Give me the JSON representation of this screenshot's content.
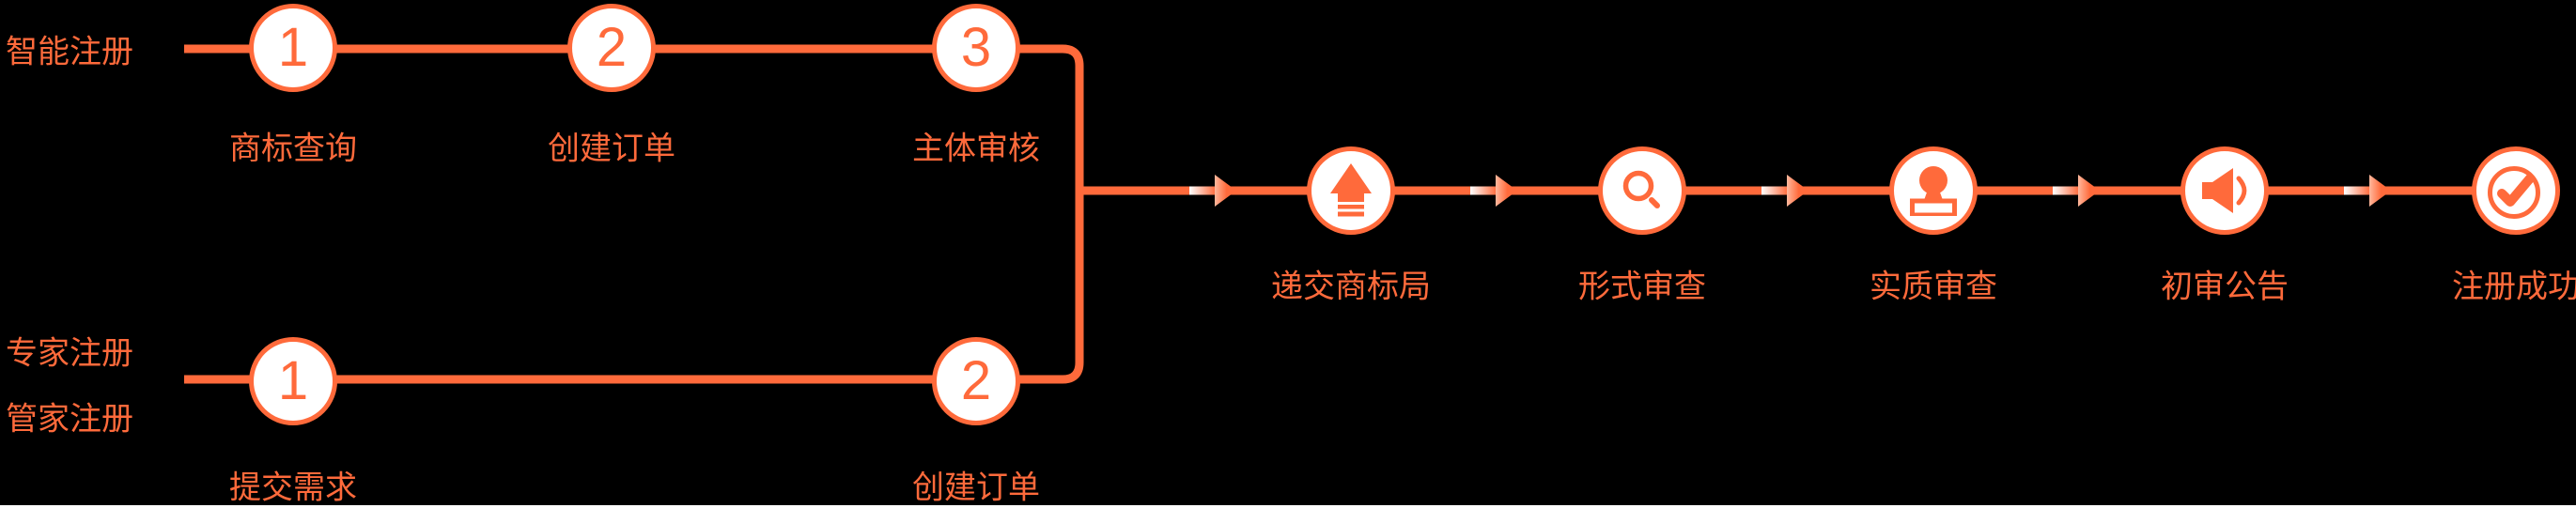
{
  "colors": {
    "accent": "#FF6A3B",
    "background": "#000000",
    "node_fill": "#FFFFFF"
  },
  "smart_track": {
    "label": "智能注册",
    "steps": [
      {
        "num": "1",
        "name": "商标查询"
      },
      {
        "num": "2",
        "name": "创建订单"
      },
      {
        "num": "3",
        "name": "主体审核"
      }
    ]
  },
  "expert_track": {
    "labels": [
      "专家注册",
      "管家注册"
    ],
    "steps": [
      {
        "num": "1",
        "name": "提交需求"
      },
      {
        "num": "2",
        "name": "创建订单"
      }
    ]
  },
  "merged_track": {
    "steps": [
      {
        "icon": "upload-icon",
        "name": "递交商标局"
      },
      {
        "icon": "search-icon",
        "name": "形式审查"
      },
      {
        "icon": "stamp-icon",
        "name": "实质审查"
      },
      {
        "icon": "speaker-icon",
        "name": "初审公告"
      },
      {
        "icon": "check-circle-icon",
        "name": "注册成功"
      }
    ]
  }
}
